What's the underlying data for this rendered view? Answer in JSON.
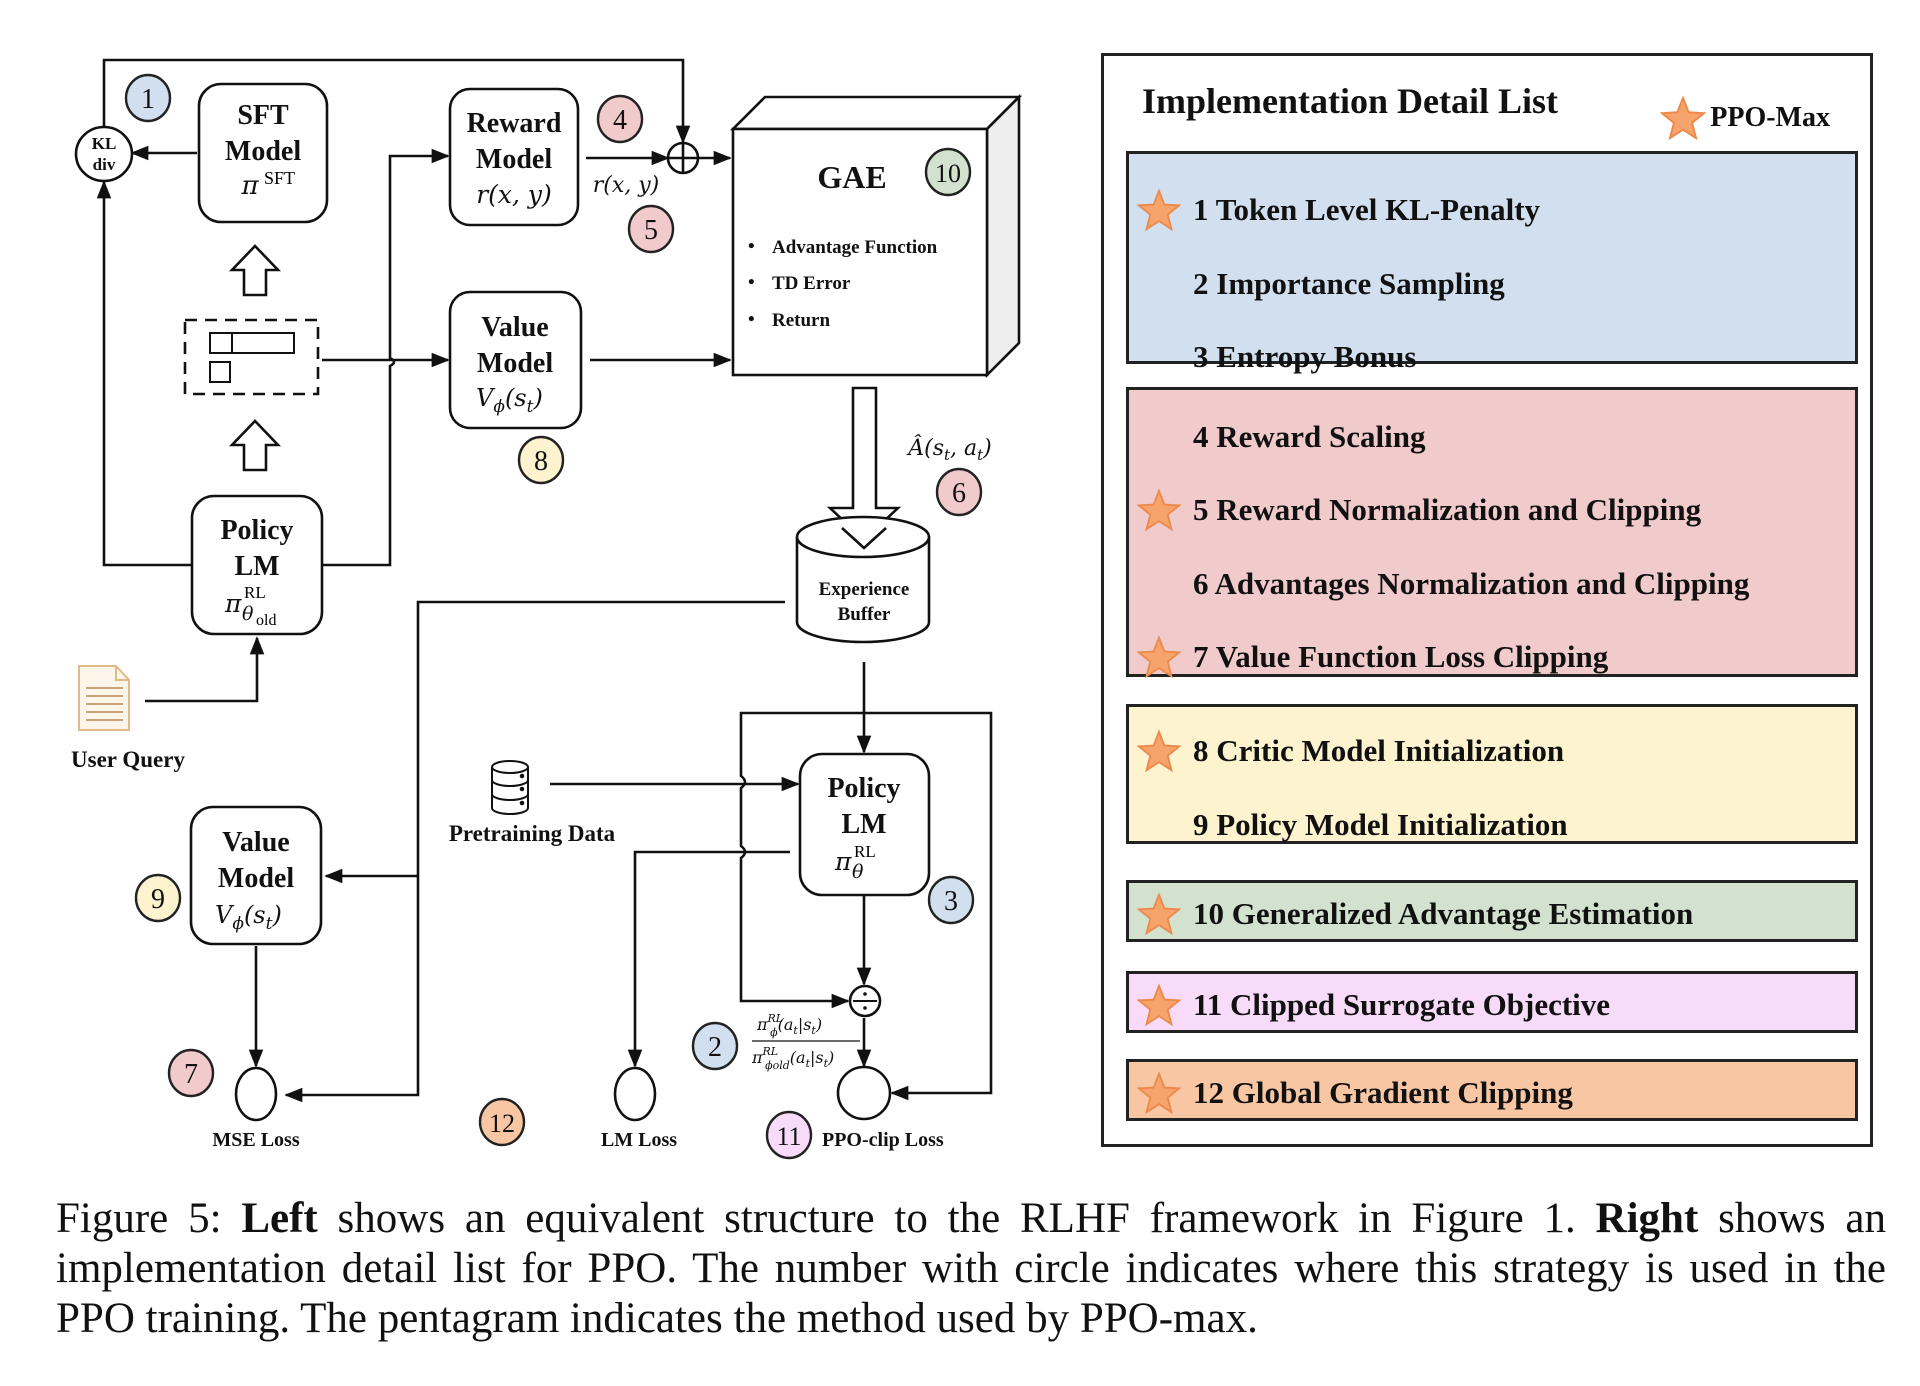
{
  "colors": {
    "blue": "#d1dfee",
    "red": "#f1cbcc",
    "yellow": "#fdf3cf",
    "green": "#d2e2cf",
    "pink": "#f7dbf8",
    "orange": "#f8c6a3",
    "star": "#f7a46c",
    "star_stroke": "#ec8a4c"
  },
  "diagram": {
    "kl_div": [
      "KL",
      "div"
    ],
    "sft_model": {
      "line1": "SFT",
      "line2": "Model",
      "symbol": "π",
      "sup": "SFT"
    },
    "reward_model": {
      "line1": "Reward",
      "line2": "Model",
      "formula": "r(x, y)"
    },
    "reward_output_label": "r(x, y)",
    "value_model_top": {
      "line1": "Value",
      "line2": "Model",
      "symbol": "V",
      "sub": "ϕ",
      "arg": "(s",
      "arg_sub": "t",
      "close": ")"
    },
    "policy_old": {
      "line1": "Policy",
      "line2": "LM",
      "symbol": "π",
      "sup": "RL",
      "sub": "θ",
      "subsub": "old"
    },
    "gae": {
      "title": "GAE",
      "bullets": [
        "Advantage Function",
        "TD Error",
        "Return"
      ]
    },
    "advantage_label": "Â(s",
    "advantage_label_full": "Â(st, at)",
    "experience_buffer": [
      "Experience",
      "Buffer"
    ],
    "user_query": "User Query",
    "pretraining_data": "Pretraining Data",
    "policy_new": {
      "line1": "Policy",
      "line2": "LM",
      "symbol": "π",
      "sup": "RL",
      "sub": "θ"
    },
    "ratio_numerator": "π_ϕ^RL(a_t|s_t)",
    "ratio_denominator": "π_ϕold^RL(a_t|s_t)",
    "value_model_bottom": {
      "line1": "Value",
      "line2": "Model",
      "formula": "V_ϕ(s_t)"
    },
    "losses": {
      "mse": "MSE Loss",
      "lm": "LM Loss",
      "ppo": "PPO-clip Loss"
    },
    "badges": [
      {
        "n": "1",
        "color": "blue"
      },
      {
        "n": "2",
        "color": "blue"
      },
      {
        "n": "3",
        "color": "blue"
      },
      {
        "n": "4",
        "color": "red"
      },
      {
        "n": "5",
        "color": "red"
      },
      {
        "n": "6",
        "color": "red"
      },
      {
        "n": "7",
        "color": "red"
      },
      {
        "n": "8",
        "color": "yellow"
      },
      {
        "n": "9",
        "color": "yellow"
      },
      {
        "n": "10",
        "color": "green"
      },
      {
        "n": "11",
        "color": "pink"
      },
      {
        "n": "12",
        "color": "orange"
      }
    ]
  },
  "panel": {
    "title": "Implementation Detail List",
    "legend_label": "PPO-Max",
    "groups": [
      {
        "color": "blue",
        "items": [
          {
            "text": "1 Token Level KL-Penalty",
            "ppo_max": true
          },
          {
            "text": "2 Importance Sampling",
            "ppo_max": false
          },
          {
            "text": "3 Entropy Bonus",
            "ppo_max": false
          }
        ]
      },
      {
        "color": "red",
        "items": [
          {
            "text": "4 Reward Scaling",
            "ppo_max": false
          },
          {
            "text": "5 Reward Normalization and Clipping",
            "ppo_max": true
          },
          {
            "text": "6 Advantages Normalization and Clipping",
            "ppo_max": false
          },
          {
            "text": "7 Value Function Loss Clipping",
            "ppo_max": true
          }
        ]
      },
      {
        "color": "yellow",
        "items": [
          {
            "text": "8 Critic Model Initialization",
            "ppo_max": true
          },
          {
            "text": "9 Policy Model Initialization",
            "ppo_max": false
          }
        ]
      },
      {
        "color": "green",
        "items": [
          {
            "text": "10 Generalized Advantage Estimation",
            "ppo_max": true
          }
        ]
      },
      {
        "color": "pink",
        "items": [
          {
            "text": "11 Clipped Surrogate Objective",
            "ppo_max": true
          }
        ]
      },
      {
        "color": "orange",
        "items": [
          {
            "text": "12 Global Gradient Clipping",
            "ppo_max": true
          }
        ]
      }
    ]
  },
  "caption": {
    "prefix": "Figure 5: ",
    "bold1": "Left",
    "text1": " shows an equivalent structure to the RLHF framework in Figure 1. ",
    "bold2": "Right",
    "text2": " shows an implementation detail list for PPO. The number with circle indicates where this strategy is used in the PPO training. The pentagram indicates the method used by PPO-max."
  }
}
